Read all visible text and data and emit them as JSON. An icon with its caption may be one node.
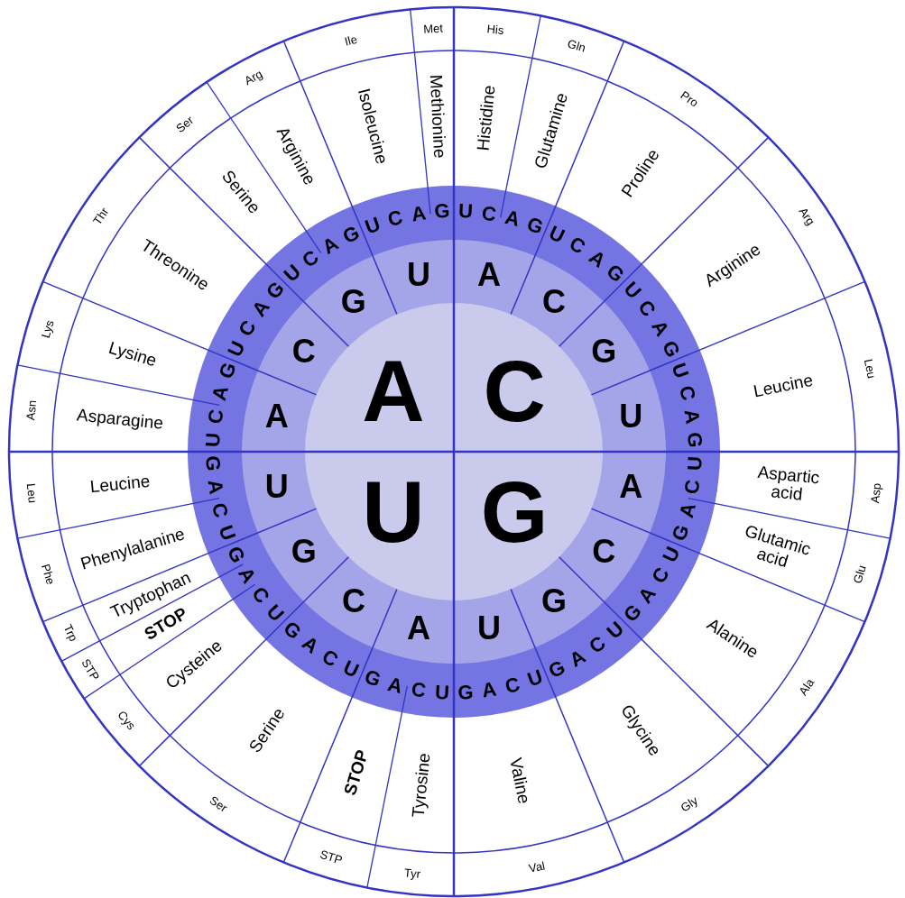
{
  "diagram": {
    "labels": [
      "A",
      "C",
      "U",
      "G",
      "A",
      "C",
      "G",
      "U",
      "A",
      "C",
      "G",
      "U",
      "A",
      "C",
      "G",
      "U",
      "A",
      "C",
      "G",
      "U",
      "U",
      "C",
      "A",
      "G",
      "U",
      "C",
      "A",
      "G",
      "U",
      "C",
      "A",
      "G",
      "U",
      "C",
      "A",
      "G",
      "U",
      "C",
      "A",
      "G",
      "U",
      "C",
      "A",
      "G",
      "U",
      "C",
      "A",
      "G",
      "U",
      "C",
      "A",
      "G",
      "U",
      "C",
      "A",
      "G",
      "U",
      "C",
      "A",
      "G",
      "U",
      "C",
      "A",
      "G",
      "U",
      "C",
      "A",
      "G",
      "U",
      "C",
      "A",
      "G",
      "U",
      "C",
      "A",
      "G",
      "U",
      "C",
      "A",
      "G",
      "U",
      "C",
      "A",
      "G",
      "Histidine",
      "Glutamine",
      "Proline",
      "Arginine",
      "Leucine",
      "Aspartic acid",
      "Glutamic acid",
      "Alanine",
      "Glycine",
      "Valine",
      "Tyrosine",
      "STOP",
      "Serine",
      "Cysteine",
      "STOP",
      "Tryptophan",
      "Phenylalanine",
      "Leucine",
      "Asparagine",
      "Lysine",
      "Threonine",
      "Serine",
      "Arginine",
      "Isoleucine",
      "Methionine",
      "His",
      "Gln",
      "Pro",
      "Arg",
      "Leu",
      "Asp",
      "Glu",
      "Ala",
      "Gly",
      "Val",
      "Tyr",
      "STP",
      "Ser",
      "Cys",
      "STP",
      "Trp",
      "Phe",
      "Leu",
      "Asn",
      "Lys",
      "Thr",
      "Ser",
      "Arg",
      "Ile",
      "Met"
    ]
  }
}
